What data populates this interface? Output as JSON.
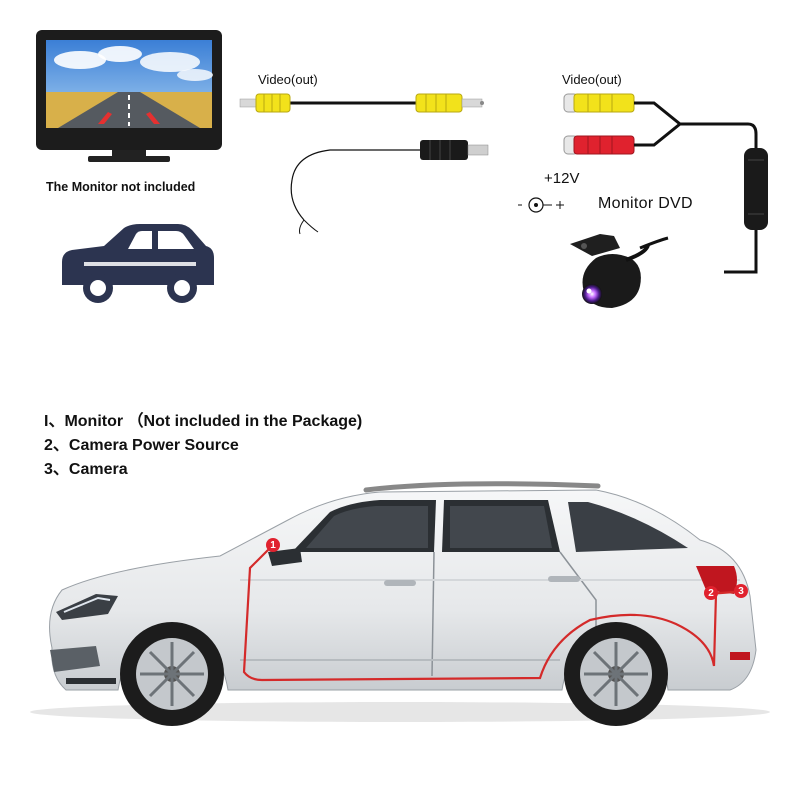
{
  "colors": {
    "rca_yellow": "#f2e21b",
    "rca_red": "#e0222e",
    "cable": "#111111",
    "car_icon": "#2c3450",
    "route": "#d42a2a"
  },
  "left_diagram": {
    "video_out_label": "Video(out)",
    "monitor_note": "The  Monitor not included"
  },
  "right_diagram": {
    "video_out_label": "Video(out)",
    "power_label": "+12V",
    "monitor_dvd_label": "Monitor DVD"
  },
  "legend": {
    "items": [
      "I、Monitor （Not included in the Package)",
      "2、Camera Power Source",
      "3、Camera"
    ]
  },
  "car_markers": [
    "1",
    "2",
    "3"
  ],
  "icons": [
    "monitor-icon",
    "car-icon",
    "rca-cable-icon",
    "power-plug-icon",
    "camera-icon",
    "suv-photo"
  ]
}
